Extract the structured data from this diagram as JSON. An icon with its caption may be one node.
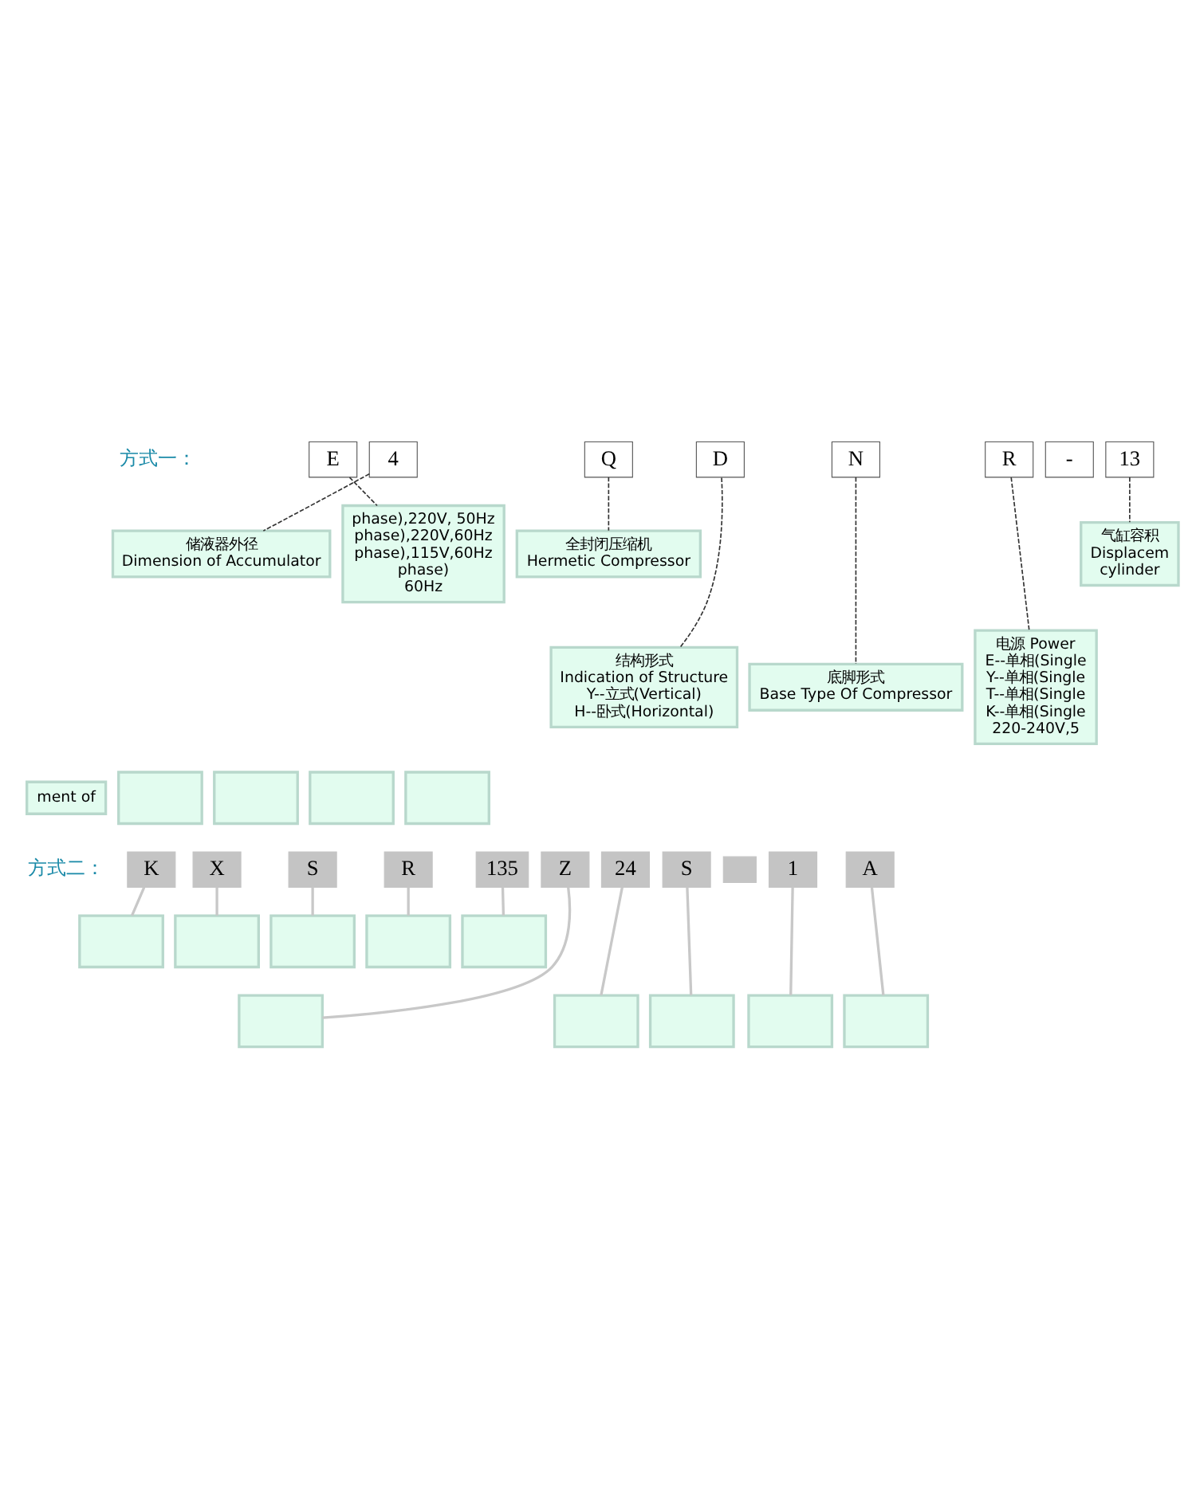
{
  "diagram": {
    "nodes": [
      {
        "text": [
          "E"
        ]
      },
      {
        "text": [
          "4"
        ]
      },
      {
        "text": [
          "Q"
        ]
      },
      {
        "text": [
          "D"
        ]
      },
      {
        "text": [
          "N"
        ]
      },
      {
        "text": [
          "R"
        ]
      },
      {
        "text": [
          "-"
        ]
      },
      {
        "text": [
          "13"
        ]
      },
      {
        "text": [
          "K"
        ]
      },
      {
        "text": [
          "X"
        ]
      },
      {
        "text": [
          "S"
        ]
      },
      {
        "text": [
          "R"
        ]
      },
      {
        "text": [
          "135"
        ]
      },
      {
        "text": [
          "Z"
        ]
      },
      {
        "text": [
          "24"
        ]
      },
      {
        "text": [
          "S"
        ]
      },
      {
        "text": [],
        "shape": "box"
      },
      {
        "text": [
          "1"
        ]
      },
      {
        "text": [
          "A"
        ]
      },
      {
        "text": [
          "ment of"
        ]
      },
      {
        "text": [
          "储液器外径",
          "Dimension of Accumulator"
        ]
      },
      {
        "text": [
          "全封闭压缩机",
          "Hermetic Compressor"
        ]
      },
      {
        "text": [
          "气缸容积",
          "Displacem",
          "cylinder"
        ]
      },
      {
        "text": [
          "phase),220V, 50Hz",
          "phase),220V,60Hz",
          "phase),115V,60Hz",
          "phase)",
          "60Hz"
        ]
      },
      {
        "text": [
          "底脚形式",
          "Base Type Of Compressor"
        ]
      },
      {
        "text": [
          "结构形式",
          "Indication of Structure",
          "Y--立式(Vertical)",
          "H--卧式(Horizontal)"
        ]
      },
      {
        "text": [
          "电源 Power",
          "E--单相(Single",
          "Y--单相(Single",
          "T--单相(Single",
          "K--单相(Single",
          "220-240V,5"
        ]
      },
      {
        "text": [],
        "shape": "box"
      },
      {
        "text": [],
        "shape": "box"
      },
      {
        "text": [],
        "shape": "box"
      },
      {
        "text": [],
        "shape": "box"
      },
      {
        "text": [],
        "shape": "box"
      },
      {
        "text": [],
        "shape": "box"
      },
      {
        "text": [],
        "shape": "box"
      },
      {
        "text": [],
        "shape": "box"
      },
      {
        "text": [],
        "shape": "box"
      },
      {
        "text": [],
        "shape": "box"
      },
      {
        "text": [],
        "shape": "box"
      },
      {
        "text": [],
        "shape": "box"
      },
      {
        "text": [],
        "shape": "box"
      },
      {
        "text": [],
        "shape": "box"
      }
    ],
    "edges": [
      {
        "from": 0,
        "to": 23,
        "arrow": "none",
        "style": "dashed",
        "color": "#333333"
      },
      {
        "from": 1,
        "to": 20,
        "arrow": "none",
        "style": "dashed",
        "color": "#333333"
      },
      {
        "from": 2,
        "to": 21,
        "arrow": "none",
        "style": "dashed",
        "color": "#333333"
      },
      {
        "from": 3,
        "to": 25,
        "arrow": "none",
        "style": "dashed",
        "color": "#333333"
      },
      {
        "from": 4,
        "to": 24,
        "arrow": "none",
        "style": "dashed",
        "color": "#333333"
      },
      {
        "from": 5,
        "to": 26,
        "arrow": "none",
        "style": "dashed",
        "color": "#333333"
      },
      {
        "from": 7,
        "to": 22,
        "arrow": "none",
        "style": "dashed",
        "color": "#333333"
      },
      {
        "from": 8,
        "to": 31,
        "arrow": "none"
      },
      {
        "from": 9,
        "to": 32,
        "arrow": "none"
      },
      {
        "from": 10,
        "to": 33,
        "arrow": "none"
      },
      {
        "from": 11,
        "to": 34,
        "arrow": "none"
      },
      {
        "from": 12,
        "to": 35,
        "arrow": "none"
      },
      {
        "from": 13,
        "to": 36,
        "arrow": "none"
      },
      {
        "from": 14,
        "to": 37,
        "arrow": "none"
      },
      {
        "from": 15,
        "to": 38,
        "arrow": "none"
      },
      {
        "from": 17,
        "to": 39,
        "arrow": "none"
      },
      {
        "from": 18,
        "to": 40,
        "arrow": "none"
      }
    ],
    "labels": [
      "方式一：",
      "方式二："
    ]
  }
}
